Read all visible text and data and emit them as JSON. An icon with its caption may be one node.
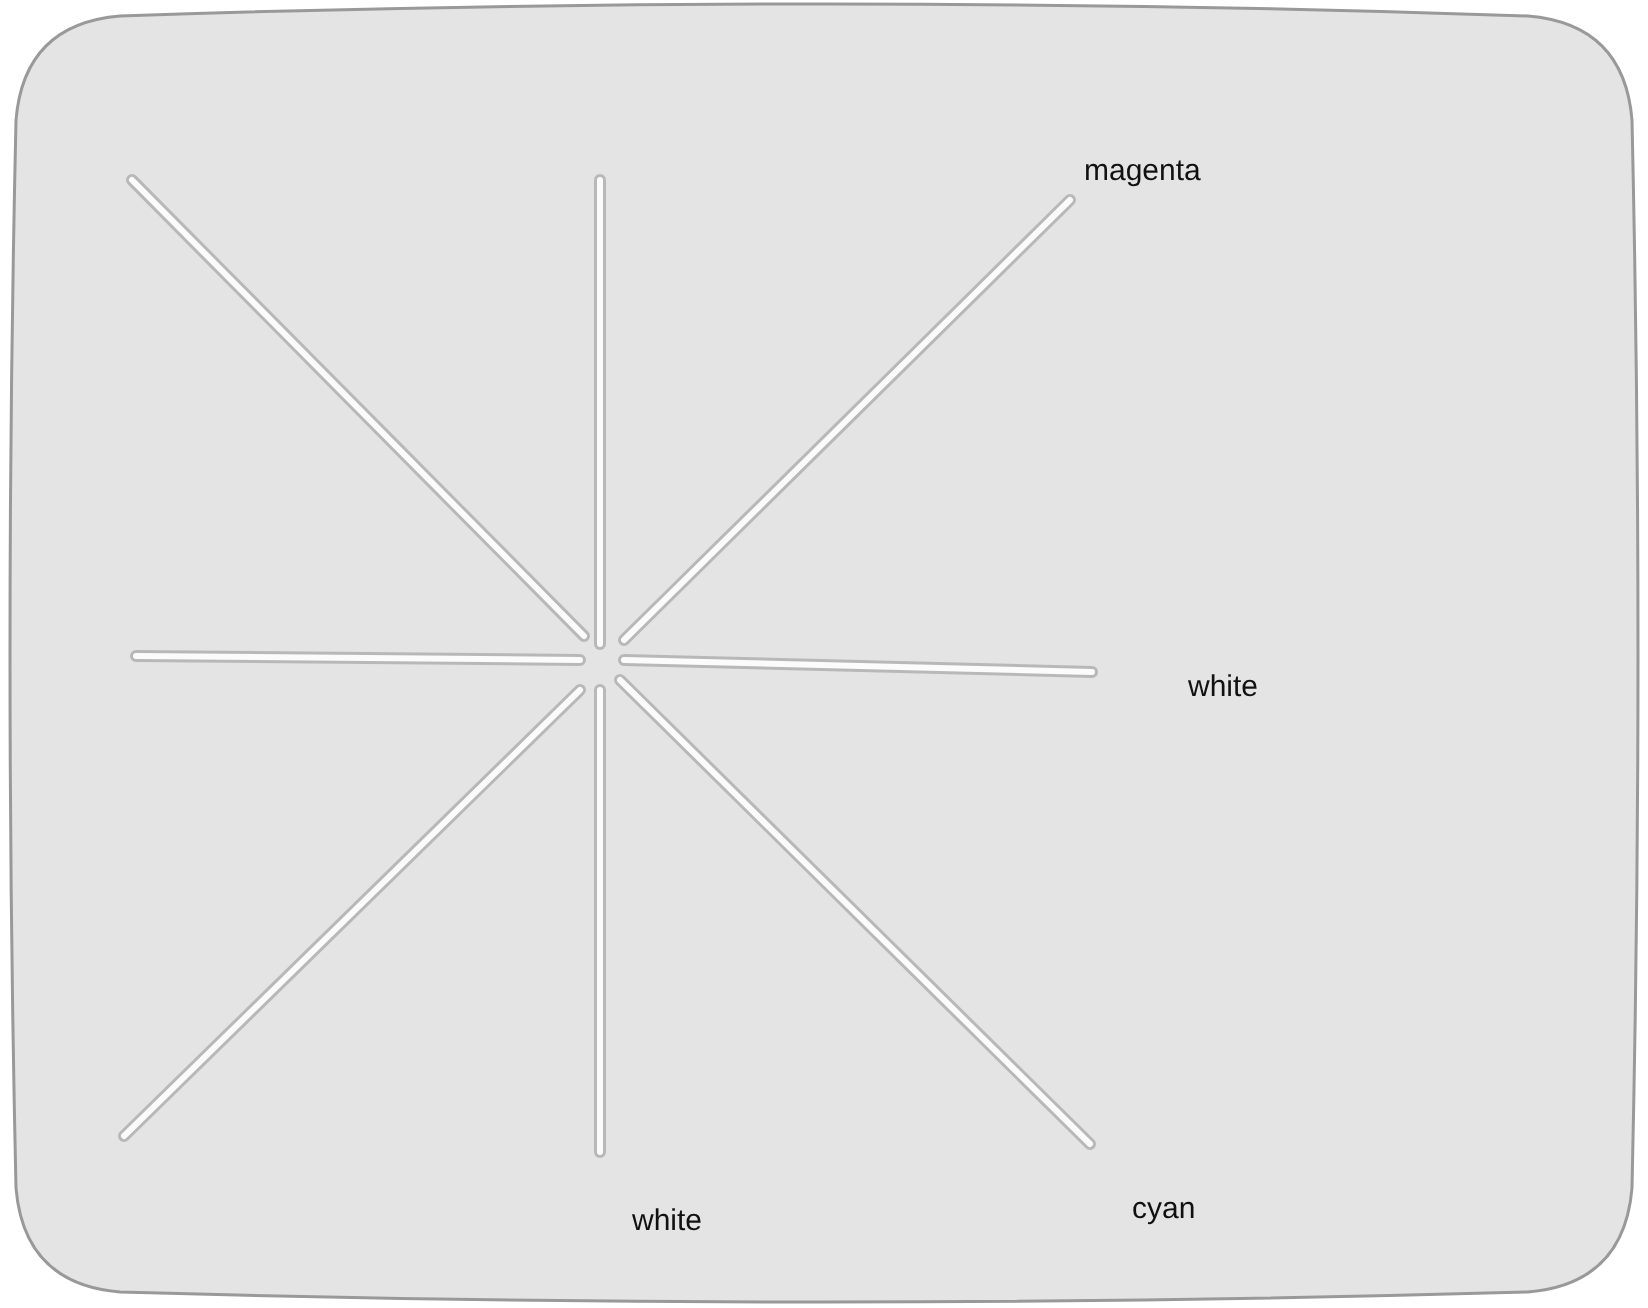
{
  "diagram": {
    "labels": [
      "magenta",
      "white",
      "white",
      "cyan"
    ]
  }
}
